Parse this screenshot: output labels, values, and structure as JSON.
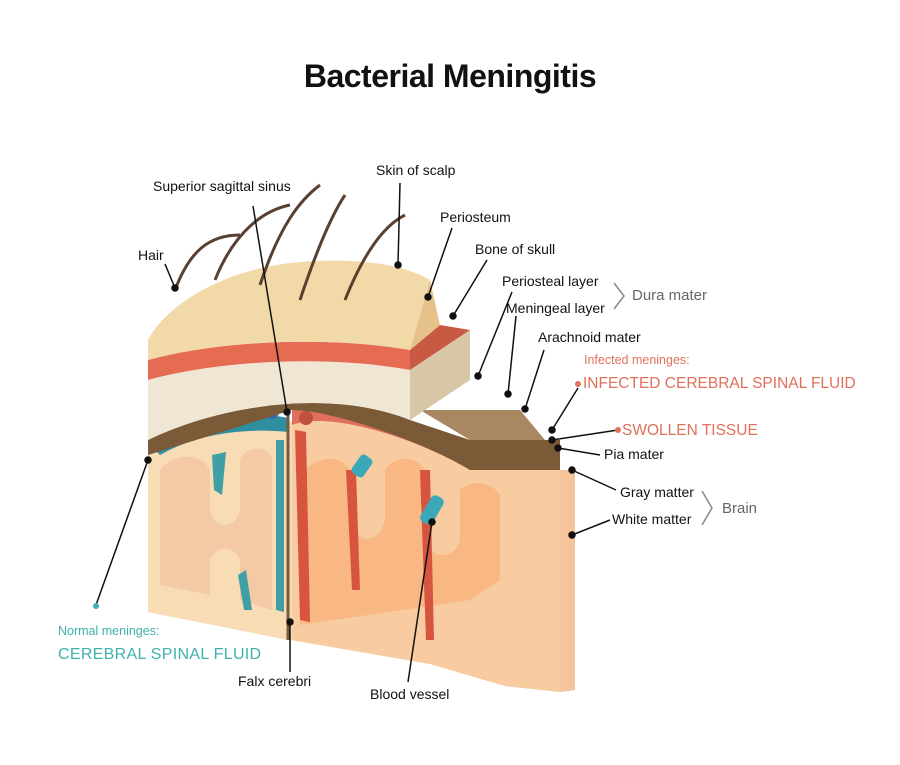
{
  "title": "Bacterial Meningitis",
  "labels": {
    "skin_of_scalp": "Skin of scalp",
    "superior_sagittal_sinus": "Superior sagittal sinus",
    "hair": "Hair",
    "periosteum": "Periosteum",
    "bone_of_skull": "Bone of skull",
    "periosteal_layer": "Periosteal layer",
    "meningeal_layer": "Meningeal layer",
    "dura_mater": "Dura mater",
    "arachnoid_mater": "Arachnoid mater",
    "infected_meninges": "Infected meninges:",
    "infected_csf": "INFECTED CEREBRAL SPINAL FLUID",
    "swollen_tissue": "SWOLLEN TISSUE",
    "pia_mater": "Pia mater",
    "gray_matter": "Gray matter",
    "white_matter": "White matter",
    "brain": "Brain",
    "normal_meninges": "Normal meninges:",
    "normal_csf": "CEREBRAL SPINAL FLUID",
    "falx_cerebri": "Falx cerebri",
    "blood_vessel": "Blood vessel"
  },
  "colors": {
    "infected": "#e0705a",
    "normal": "#3fb1ad",
    "scalp": "#f2d9a8",
    "bone": "#efe6d4",
    "dura": "#8a6a45",
    "brain_tissue": "#f6c49a"
  }
}
